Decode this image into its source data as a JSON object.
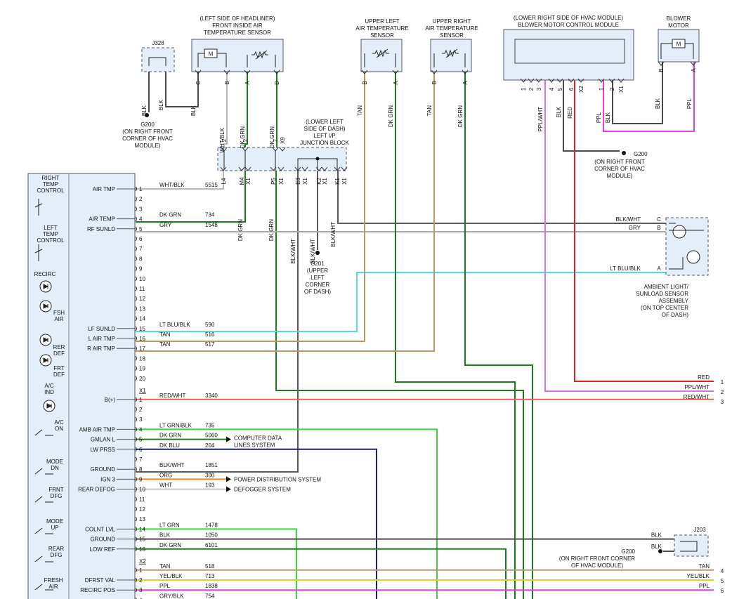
{
  "title": "HVAC Automatic Climate Control Wiring Diagram",
  "colors": {
    "BLK": "#4a4a4a",
    "BLK/WHT": "#5a5a5a",
    "WHT/BLK": "#b8b8b8",
    "WHT": "#c8c8c8",
    "GRY": "#a8a8a8",
    "DK GRN": "#1b7d1b",
    "LT GRN": "#33dd33",
    "LT GRN/BLK": "#44cc44",
    "DK BLU": "#1a237e",
    "LT BLU/BLK": "#55d8e8",
    "TAN": "#b89a6a",
    "RED": "#e02020",
    "RED/WHT": "#e86060",
    "PPL": "#e040e0",
    "PPL/WHT": "#e070e0",
    "ORG": "#f08a20",
    "YEL/BLK": "#d8d820",
    "GRY/BLK": "#909090"
  },
  "components": {
    "j328": {
      "label": "J328"
    },
    "headliner_sensor": {
      "label": [
        "(LEFT SIDE OF HEADLINER)",
        "FRONT INSIDE AIR",
        "TEMPERATURE SENSOR"
      ],
      "pins": [
        "C",
        "B",
        "A",
        "D"
      ]
    },
    "upper_left_sensor": {
      "label": [
        "UPPER LEFT",
        "AIR TEMPERATURE",
        "SENSOR"
      ],
      "pins": [
        "B",
        "A"
      ]
    },
    "upper_right_sensor": {
      "label": [
        "UPPER RIGHT",
        "AIR TEMPERATURE",
        "SENSOR"
      ],
      "pins": [
        "B",
        "A"
      ]
    },
    "blower_control": {
      "label": [
        "(LOWER RIGHT SIDE OF HVAC MODULE)",
        "BLOWER MOTOR CONTROL MODULE"
      ],
      "pins": [
        "1",
        "2",
        "3",
        "4",
        "5",
        "6",
        "X2",
        "1",
        "2",
        "X1"
      ]
    },
    "blower_motor": {
      "label": [
        "BLOWER",
        "MOTOR"
      ],
      "pins": [
        "B",
        "A"
      ]
    },
    "junction_block": {
      "label": [
        "(LOWER LEFT",
        "SIDE OF DASH)",
        "LEFT I/P",
        "JUNCTION BLOCK"
      ],
      "top_pins": [
        "2",
        "2",
        "7",
        "X9"
      ],
      "bottom_pins": [
        "L4",
        "M4",
        "X1",
        "P5",
        "X1",
        "E3",
        "X1",
        "K2",
        "X1",
        "K1",
        "X1"
      ]
    },
    "g200_left": {
      "label": [
        "G200",
        "(ON RIGHT FRONT",
        "CORNER OF HVAC",
        "MODULE)"
      ]
    },
    "g200_right": {
      "label": [
        "G200",
        "(ON RIGHT FRONT",
        "CORNER OF HVAC",
        "MODULE)"
      ]
    },
    "g201": {
      "label": [
        "G201",
        "(UPPER",
        "LEFT",
        "CORNER",
        "OF DASH)"
      ]
    },
    "ambient_sensor": {
      "label": [
        "AMBIENT LIGHT/",
        "SUNLOAD SENSOR",
        "ASSEMBLY",
        "(ON TOP CENTER",
        "OF DASH)"
      ],
      "pins": [
        "C",
        "B",
        "A"
      ]
    },
    "j203": {
      "label": "J203"
    },
    "g200_bottom": {
      "label": [
        "G200",
        "(ON RIGHT FRONT CORNER",
        "OF HVAC MODULE)"
      ]
    }
  },
  "hvac_module": {
    "left_controls": [
      "RIGHT TEMP CONTROL",
      "LEFT TEMP CONTROL",
      "RECIRC",
      "FSH AIR",
      "RER DEF",
      "FRT DEF",
      "A/C IND",
      "A/C ON",
      "MODE DN",
      "FRNT DFG",
      "MODE UP",
      "REAR DFG",
      "FRESH AIR"
    ]
  },
  "connectors": [
    {
      "name": "",
      "rows": [
        {
          "pin": "1",
          "func": "AIR TMP",
          "color": "WHT/BLK",
          "circuit": "5515"
        },
        {
          "pin": "2",
          "func": "",
          "color": "",
          "circuit": ""
        },
        {
          "pin": "3",
          "func": "",
          "color": "",
          "circuit": ""
        },
        {
          "pin": "4",
          "func": "AIR TEMP",
          "color": "DK GRN",
          "circuit": "734"
        },
        {
          "pin": "5",
          "func": "RF SUNLD",
          "color": "GRY",
          "circuit": "1548"
        },
        {
          "pin": "6",
          "func": "",
          "color": "",
          "circuit": ""
        },
        {
          "pin": "7",
          "func": "",
          "color": "",
          "circuit": ""
        },
        {
          "pin": "8",
          "func": "",
          "color": "",
          "circuit": ""
        },
        {
          "pin": "9",
          "func": "",
          "color": "",
          "circuit": ""
        },
        {
          "pin": "10",
          "func": "",
          "color": "",
          "circuit": ""
        },
        {
          "pin": "11",
          "func": "",
          "color": "",
          "circuit": ""
        },
        {
          "pin": "12",
          "func": "",
          "color": "",
          "circuit": ""
        },
        {
          "pin": "13",
          "func": "",
          "color": "",
          "circuit": ""
        },
        {
          "pin": "14",
          "func": "",
          "color": "",
          "circuit": ""
        },
        {
          "pin": "15",
          "func": "LF SUNLD",
          "color": "LT BLU/BLK",
          "circuit": "590"
        },
        {
          "pin": "16",
          "func": "L AIR TMP",
          "color": "TAN",
          "circuit": "516"
        },
        {
          "pin": "17",
          "func": "R AIR TMP",
          "color": "TAN",
          "circuit": "517"
        },
        {
          "pin": "18",
          "func": "",
          "color": "",
          "circuit": ""
        },
        {
          "pin": "19",
          "func": "",
          "color": "",
          "circuit": ""
        },
        {
          "pin": "20",
          "func": "",
          "color": "",
          "circuit": ""
        }
      ]
    },
    {
      "name": "X1",
      "rows": [
        {
          "pin": "1",
          "func": "B(+)",
          "color": "RED/WHT",
          "circuit": "3340"
        },
        {
          "pin": "2",
          "func": "",
          "color": "",
          "circuit": ""
        },
        {
          "pin": "3",
          "func": "",
          "color": "",
          "circuit": ""
        },
        {
          "pin": "4",
          "func": "AMB AIR TMP",
          "color": "LT GRN/BLK",
          "circuit": "735"
        },
        {
          "pin": "5",
          "func": "GMLAN L",
          "color": "DK GRN",
          "circuit": "5060"
        },
        {
          "pin": "6",
          "func": "LW PRSS",
          "color": "DK BLU",
          "circuit": "204"
        },
        {
          "pin": "7",
          "func": "",
          "color": "",
          "circuit": ""
        },
        {
          "pin": "8",
          "func": "GROUND",
          "color": "BLK/WHT",
          "circuit": "1851"
        },
        {
          "pin": "9",
          "func": "IGN 3",
          "color": "ORG",
          "circuit": "300"
        },
        {
          "pin": "10",
          "func": "REAR DEFOG",
          "color": "WHT",
          "circuit": "193"
        },
        {
          "pin": "11",
          "func": "",
          "color": "",
          "circuit": ""
        },
        {
          "pin": "12",
          "func": "",
          "color": "",
          "circuit": ""
        },
        {
          "pin": "13",
          "func": "",
          "color": "",
          "circuit": ""
        },
        {
          "pin": "14",
          "func": "COLNT LVL",
          "color": "LT GRN",
          "circuit": "1478"
        },
        {
          "pin": "15",
          "func": "GROUND",
          "color": "BLK",
          "circuit": "1050"
        },
        {
          "pin": "16",
          "func": "LOW REF",
          "color": "DK GRN",
          "circuit": "6101"
        }
      ]
    },
    {
      "name": "X2",
      "rows": [
        {
          "pin": "1",
          "func": "",
          "color": "TAN",
          "circuit": "518"
        },
        {
          "pin": "2",
          "func": "DFRST VAL",
          "color": "YEL/BLK",
          "circuit": "713"
        },
        {
          "pin": "3",
          "func": "RECIRC POS",
          "color": "PPL",
          "circuit": "1838"
        },
        {
          "pin": "4",
          "func": "",
          "color": "GRY/BLK",
          "circuit": "754"
        }
      ]
    }
  ],
  "system_refs": {
    "gmlan": [
      "COMPUTER DATA",
      "LINES SYSTEM"
    ],
    "ign3": "POWER DISTRIBUTION SYSTEM",
    "defog": "DEFOGGER SYSTEM"
  },
  "top_wire_labels": {
    "j328_left": "BLK",
    "j328_right": "BLK",
    "j328_out": "BLK",
    "hl_b": "WHT/BLK",
    "hl_a": "DK GRN",
    "hl_d": "DK GRN",
    "ul_b": "TAN",
    "ul_a": "DK GRN",
    "ur_b": "TAN",
    "ur_a": "DK GRN",
    "bc_3": "PPL/WHT",
    "bc_5": "BLK",
    "bc_6": "RED",
    "bc_1": "PPL",
    "bc_2": "BLK",
    "bm_b": "BLK",
    "bm_a": "PPL",
    "jb_m4": "DK GRN",
    "jb_p5": "DK GRN",
    "jb_e3": "BLK/WHT",
    "jb_k2": "BLK/WHT",
    "jb_k1": "BLK/WHT"
  },
  "ambient_wires": [
    {
      "pin": "C",
      "color": "BLK/WHT"
    },
    {
      "pin": "B",
      "color": "GRY"
    },
    {
      "pin": "A",
      "color": "LT BLU/BLK"
    }
  ],
  "continuations": [
    {
      "num": "1",
      "color": "RED"
    },
    {
      "num": "2",
      "color": "PPL/WHT"
    },
    {
      "num": "3",
      "color": "RED/WHT"
    },
    {
      "num": "4",
      "color": "TAN"
    },
    {
      "num": "5",
      "color": "YEL/BLK"
    },
    {
      "num": "6",
      "color": "PPL"
    }
  ],
  "j203_wires": [
    "BLK",
    "BLK"
  ]
}
